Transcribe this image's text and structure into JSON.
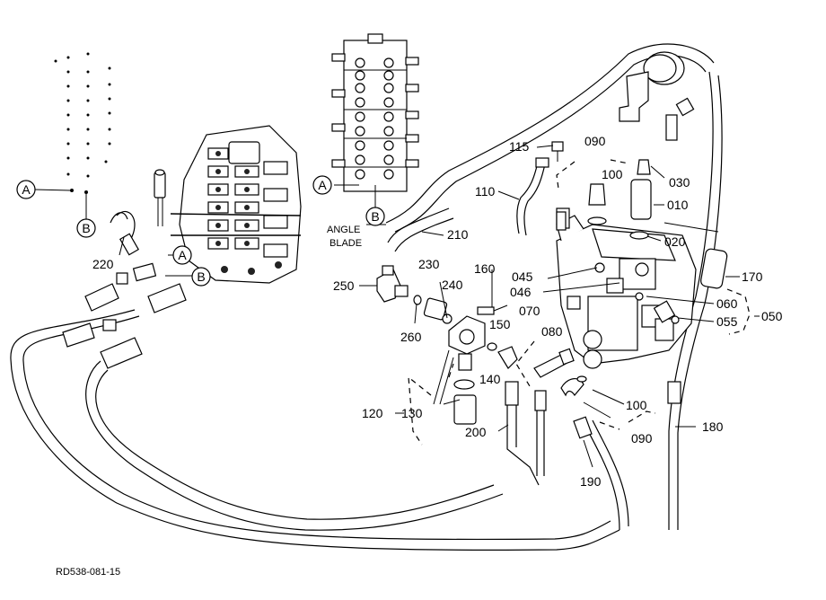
{
  "callouts": [
    {
      "id": "c115",
      "text": "115"
    },
    {
      "id": "c090a",
      "text": "090"
    },
    {
      "id": "c100a",
      "text": "100"
    },
    {
      "id": "c030",
      "text": "030"
    },
    {
      "id": "c110",
      "text": "110"
    },
    {
      "id": "c010",
      "text": "010"
    },
    {
      "id": "c210",
      "text": "210"
    },
    {
      "id": "c020",
      "text": "020"
    },
    {
      "id": "c230",
      "text": "230"
    },
    {
      "id": "c160",
      "text": "160"
    },
    {
      "id": "c045",
      "text": "045"
    },
    {
      "id": "c170",
      "text": "170"
    },
    {
      "id": "c250",
      "text": "250"
    },
    {
      "id": "c240",
      "text": "240"
    },
    {
      "id": "c046",
      "text": "046"
    },
    {
      "id": "c060",
      "text": "060"
    },
    {
      "id": "c070",
      "text": "070"
    },
    {
      "id": "c050",
      "text": "050"
    },
    {
      "id": "c150",
      "text": "150"
    },
    {
      "id": "c055",
      "text": "055"
    },
    {
      "id": "c260",
      "text": "260"
    },
    {
      "id": "c080",
      "text": "080"
    },
    {
      "id": "c140",
      "text": "140"
    },
    {
      "id": "c100b",
      "text": "100"
    },
    {
      "id": "c120",
      "text": "120"
    },
    {
      "id": "c130",
      "text": "130"
    },
    {
      "id": "c180",
      "text": "180"
    },
    {
      "id": "c200",
      "text": "200"
    },
    {
      "id": "c090b",
      "text": "090"
    },
    {
      "id": "c190",
      "text": "190"
    },
    {
      "id": "c220",
      "text": "220"
    }
  ],
  "markers": {
    "a_left": "A",
    "b_left": "B",
    "a_mid": "A",
    "b_mid": "B",
    "a_block": "A",
    "b_block": "B"
  },
  "notes": {
    "angle_blade_line1": "ANGLE",
    "angle_blade_line2": "BLADE"
  },
  "footer": {
    "drawing_code": "RD538-081-15"
  }
}
